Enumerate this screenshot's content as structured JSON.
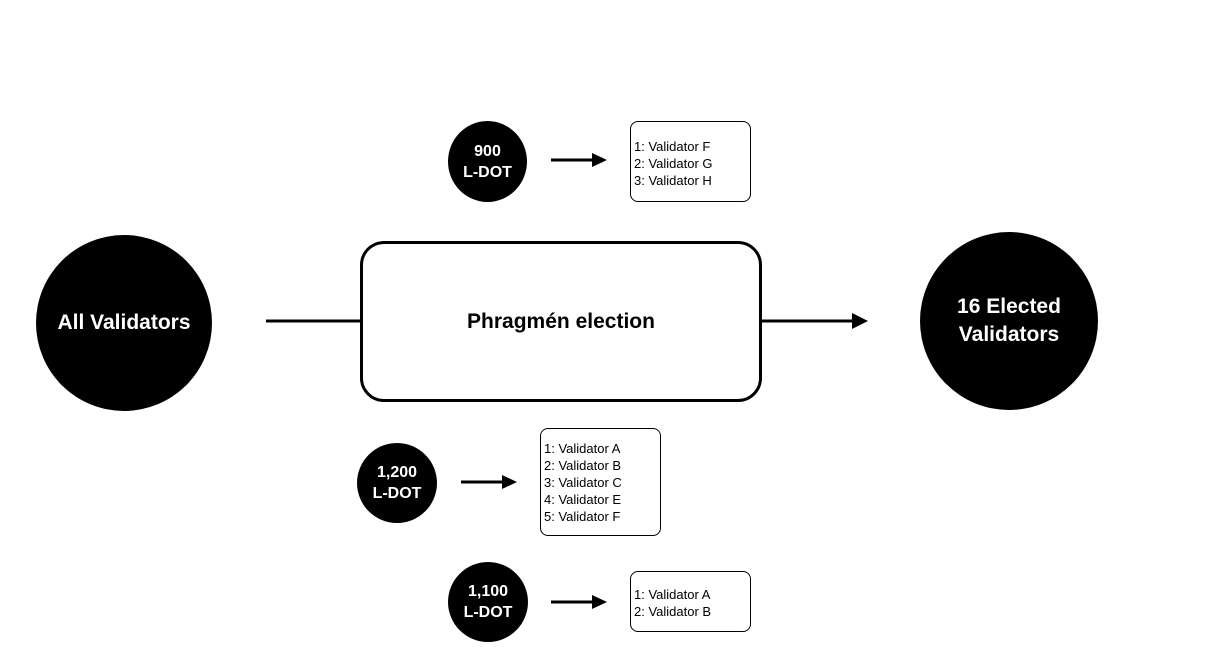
{
  "nodes": {
    "all_validators": "All Validators",
    "election": "Phragmén election",
    "elected_line1": "16 Elected",
    "elected_line2": "Validators"
  },
  "stakes": [
    {
      "amount": "900",
      "unit": "L-DOT",
      "validators": [
        "1: Validator F",
        "2: Validator G",
        "3: Validator H"
      ]
    },
    {
      "amount": "1,200",
      "unit": "L-DOT",
      "validators": [
        "1: Validator A",
        "2: Validator B",
        "3: Validator C",
        "4: Validator E",
        "5: Validator F"
      ]
    },
    {
      "amount": "1,100",
      "unit": "L-DOT",
      "validators": [
        "1: Validator A",
        "2: Validator B"
      ]
    }
  ],
  "colors": {
    "node_fill": "#000000",
    "node_text": "#ffffff",
    "background": "#ffffff"
  }
}
